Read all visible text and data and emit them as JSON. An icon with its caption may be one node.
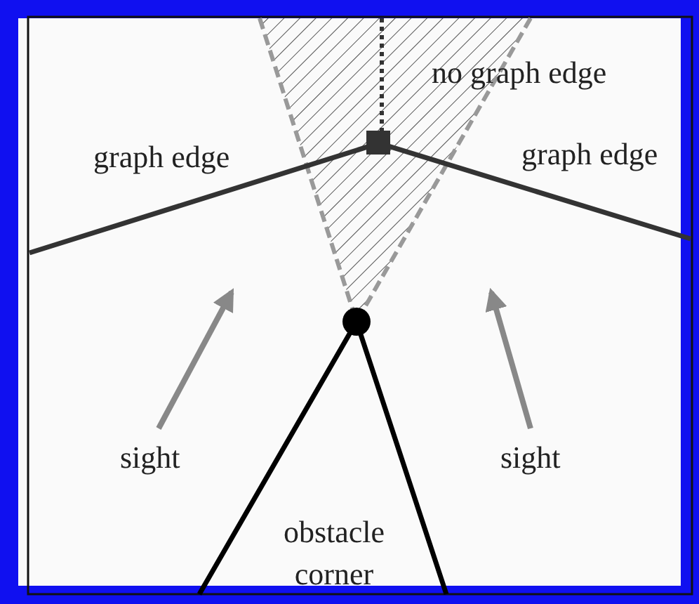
{
  "diagram": {
    "labels": [
      "no graph edge",
      "graph edge",
      "graph edge",
      "sight",
      "sight",
      "obstacle corner"
    ]
  }
}
